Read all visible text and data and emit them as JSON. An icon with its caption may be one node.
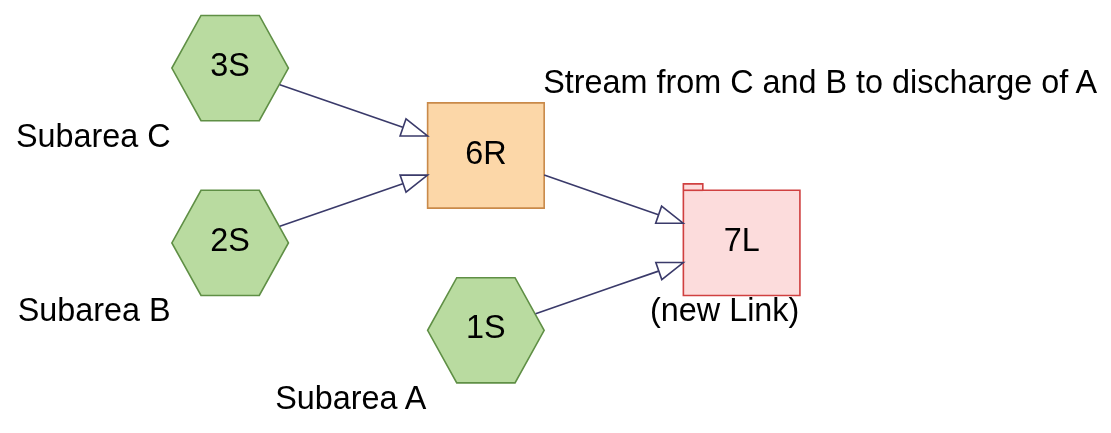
{
  "diagram": {
    "nodes": [
      {
        "text": [
          "3S"
        ],
        "beside": [
          "Subarea C"
        ]
      },
      {
        "text": [
          "2S"
        ],
        "beside": [
          "Subarea B"
        ]
      },
      {
        "text": [
          "1S"
        ],
        "beside": [
          "Subarea A"
        ]
      },
      {
        "text": [
          "6R"
        ],
        "beside": [
          "Stream from C and B to discharge of A"
        ]
      },
      {
        "text": [
          "7L"
        ],
        "beside": [
          "(new Link)"
        ]
      }
    ],
    "edges": [
      {
        "from": 0,
        "to": 3,
        "arrow": "to"
      },
      {
        "from": 1,
        "to": 3,
        "arrow": "to"
      },
      {
        "from": 2,
        "to": 4,
        "arrow": "to"
      },
      {
        "from": 3,
        "to": 4,
        "arrow": "to"
      }
    ]
  }
}
